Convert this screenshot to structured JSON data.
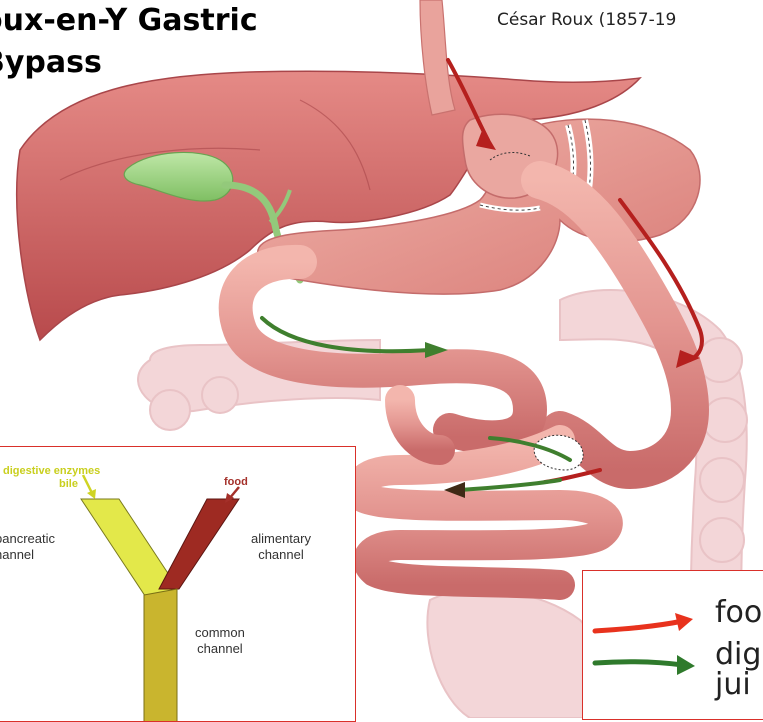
{
  "title": {
    "line1": "oux-en-Y Gastric",
    "line2": "Bypass"
  },
  "credit": "César Roux (1857-19",
  "y_diagram": {
    "enzymes_label": "digestive enzymes",
    "bile_label": "bile",
    "food_label": "food",
    "pancreatic_label_1": "pancreatic",
    "pancreatic_label_2": "hannel",
    "alimentary_label_1": "alimentary",
    "alimentary_label_2": "channel",
    "common_label_1": "common",
    "common_label_2": "channel",
    "colors": {
      "pancreatic": "#e3e84a",
      "alimentary": "#9e2a22",
      "common": "#c9b52e",
      "enzymes_text": "#c9cf1e",
      "food_text": "#a4302a"
    }
  },
  "legend": {
    "food": "foo",
    "digestive_1": "dig",
    "digestive_2": "jui",
    "colors": {
      "food_arrow": "#e8321d",
      "digestive_arrow": "#2f7a2c"
    }
  },
  "colors": {
    "border": "#d9302a",
    "flesh": "#e49a92",
    "liver": "#cf6563",
    "colon": "#f2d3d5"
  }
}
